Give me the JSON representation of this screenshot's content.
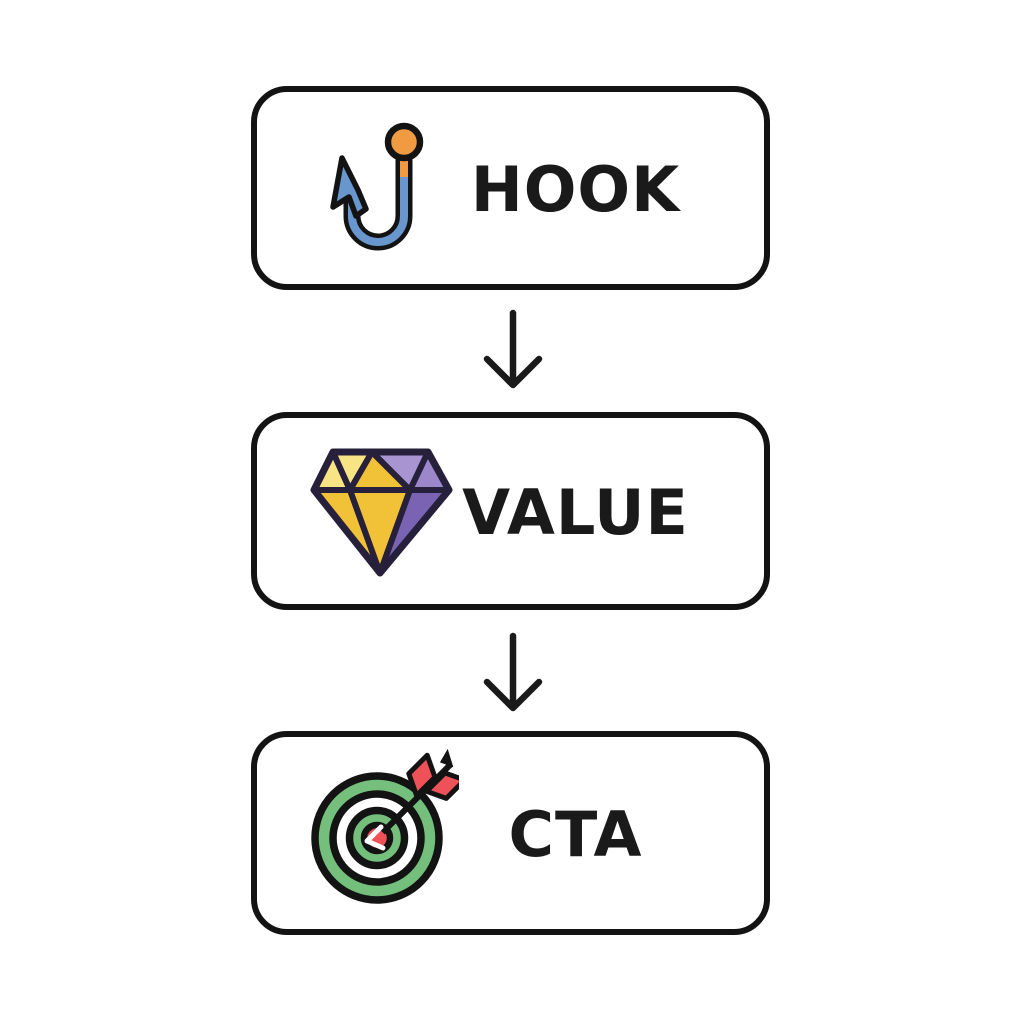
{
  "diagram": {
    "name": "content-funnel-flowchart",
    "steps_count": 3
  },
  "boxes": [
    {
      "label": "HOOK",
      "icon": "fishhook-icon"
    },
    {
      "label": "VALUE",
      "icon": "diamond-icon"
    },
    {
      "label": "CTA",
      "icon": "target-icon"
    }
  ],
  "connectors": [
    {
      "type": "arrow-down",
      "from": "HOOK",
      "to": "VALUE"
    },
    {
      "type": "arrow-down",
      "from": "VALUE",
      "to": "CTA"
    }
  ],
  "colors": {
    "background": "#ffffff",
    "box-border": "#131313",
    "text": "#1a1a1a",
    "arrow": "#1a1a1a",
    "hook-blue": "#6997cd",
    "hook-orange": "#f09a42",
    "icon-outline": "#131313",
    "diamond-pale-yellow": "#f8e385",
    "diamond-gold": "#f1c238",
    "diamond-light-purple": "#a894d1",
    "diamond-mid-purple": "#9c87ca",
    "diamond-dark-purple": "#7b63b4",
    "diamond-outline": "#26203a",
    "target-green": "#74bf7c",
    "target-red": "#ef5158"
  }
}
